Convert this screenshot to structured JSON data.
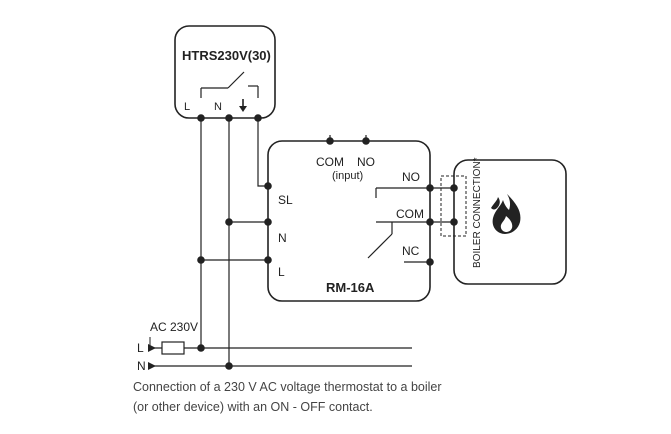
{
  "thermostat": {
    "title": "HTRS230V(30)",
    "terminals": [
      "L",
      "N"
    ]
  },
  "module": {
    "title": "RM-16A",
    "input": {
      "com": "COM",
      "no": "NO",
      "label": "(input)"
    },
    "left_terminals": [
      "SL",
      "N",
      "L"
    ],
    "output": {
      "no": "NO",
      "com": "COM",
      "nc": "NC"
    }
  },
  "boiler": {
    "label": "BOILER CONNECTION*",
    "icon": "flame-icon"
  },
  "supply": {
    "label": "AC 230V",
    "line": "L",
    "neutral": "N"
  },
  "caption": {
    "line1": "Connection of a 230 V AC voltage thermostat to a boiler",
    "line2": "(or other device) with an ON - OFF contact."
  }
}
